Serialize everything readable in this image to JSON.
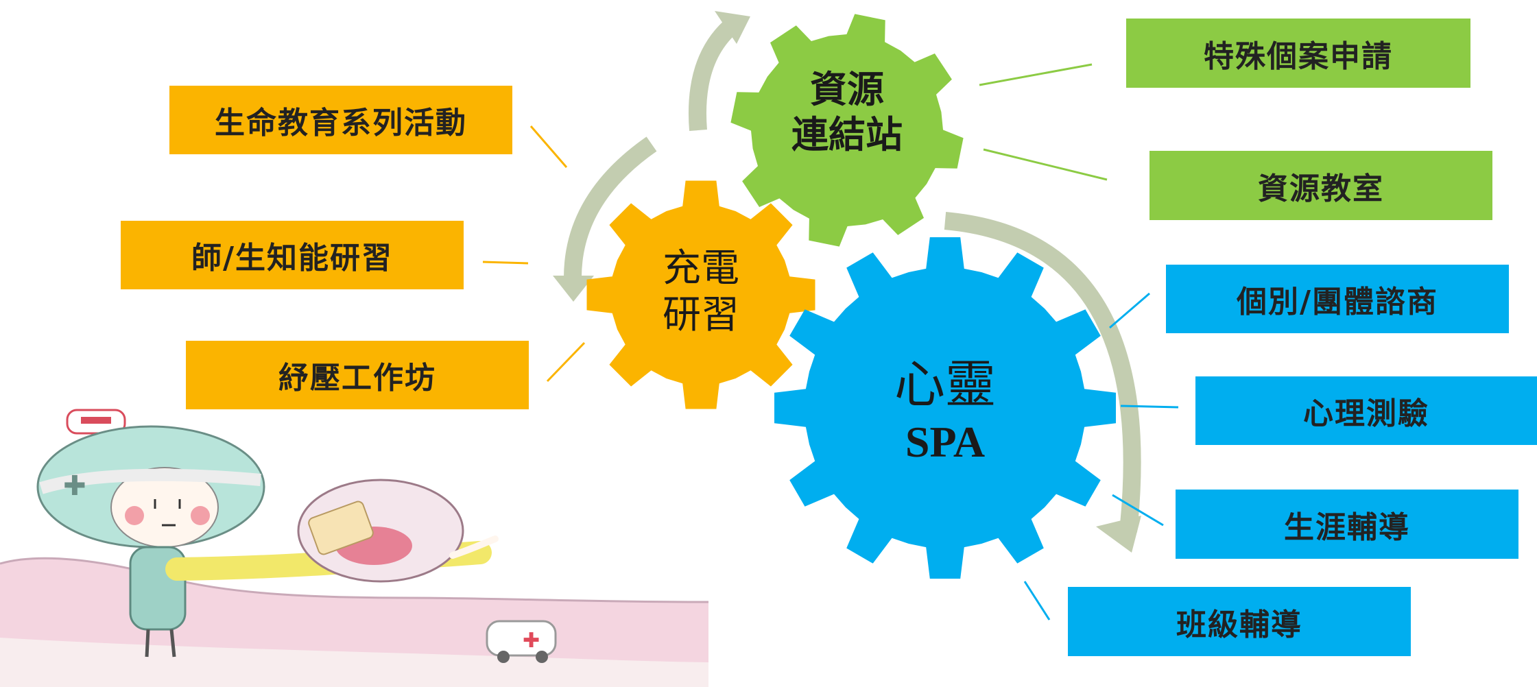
{
  "gears": {
    "charge": {
      "line1": "充電",
      "line2": "研習",
      "color": "#FBB400"
    },
    "resource": {
      "line1": "資源",
      "line2": "連結站",
      "color": "#8CCB44"
    },
    "spa": {
      "line1": "心靈",
      "line2": "SPA",
      "color": "#00AEEF"
    }
  },
  "boxes": {
    "orange": [
      "生命教育系列活動",
      "師/生知能研習",
      "紓壓工作坊"
    ],
    "green": [
      "特殊個案申請",
      "資源教室"
    ],
    "blue": [
      "個別/團體諮商",
      "心理測驗",
      "生涯輔導",
      "班級輔導"
    ]
  },
  "colors": {
    "arrow": "#C3CDB0",
    "orange": "#FBB400",
    "green": "#8CCB44",
    "blue": "#00AEEF"
  }
}
